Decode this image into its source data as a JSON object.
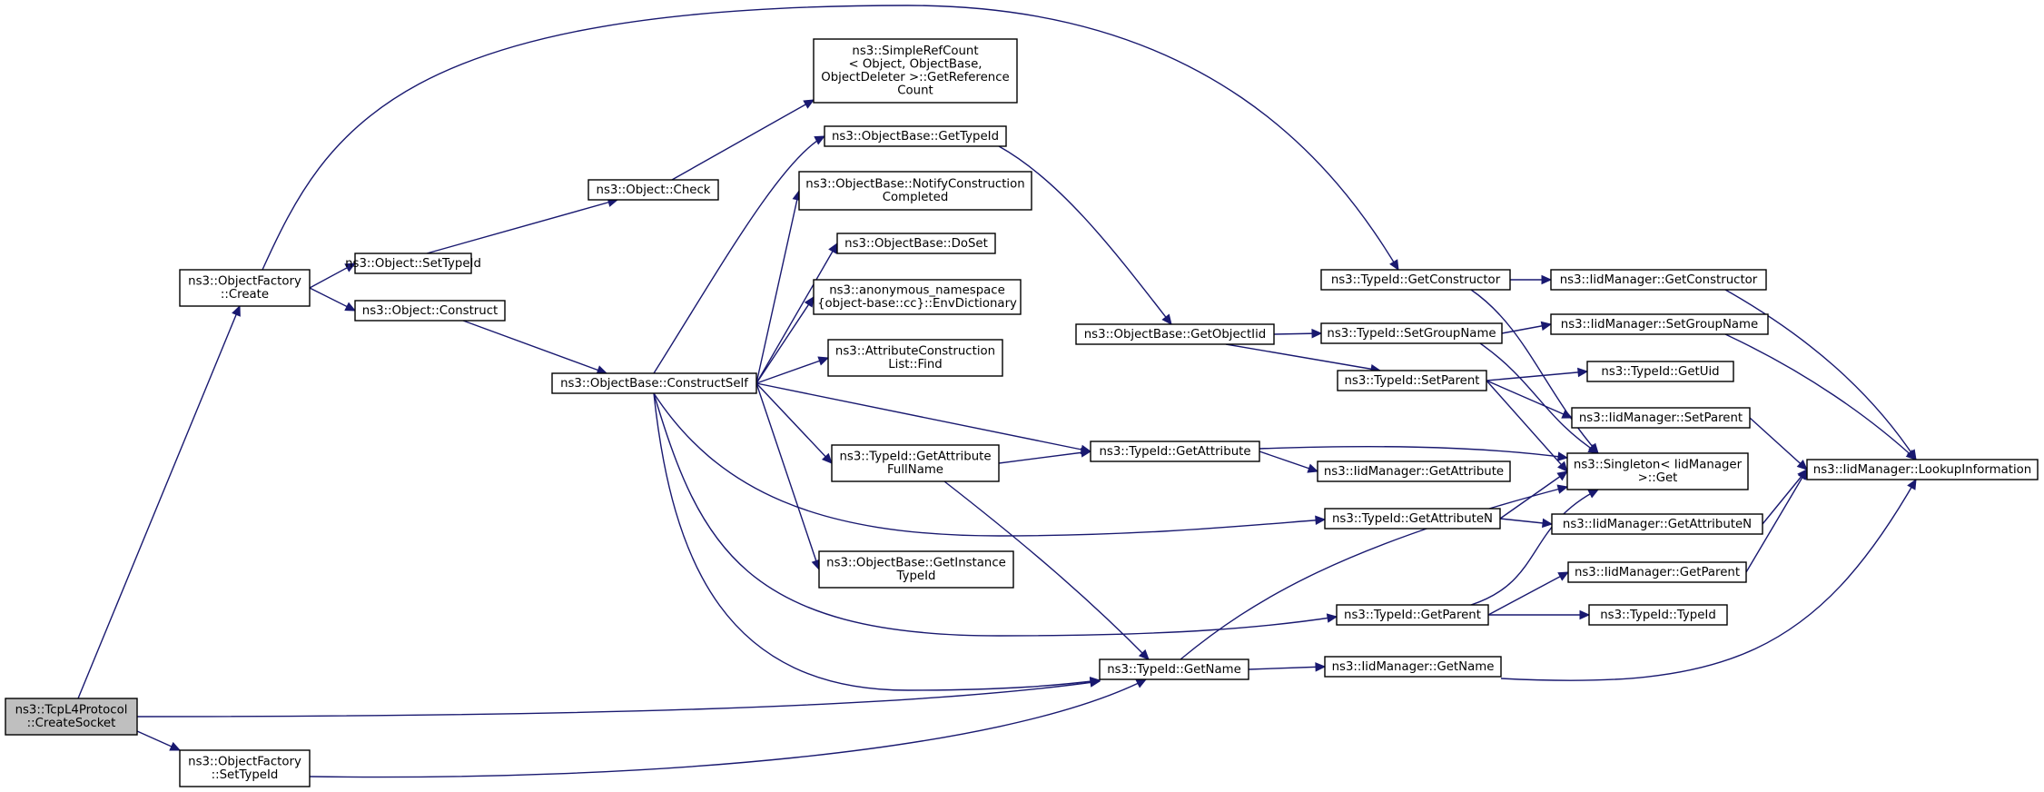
{
  "diagram": {
    "type": "call-graph",
    "edge_color": "#191970",
    "root_fill": "#bfbfbf",
    "nodes": [
      {
        "id": "n_create_socket",
        "lines": [
          "ns3::TcpL4Protocol",
          "::CreateSocket"
        ],
        "root": true
      },
      {
        "id": "n_factory_create",
        "lines": [
          "ns3::ObjectFactory",
          "::Create"
        ]
      },
      {
        "id": "n_factory_settypeid",
        "lines": [
          "ns3::ObjectFactory",
          "::SetTypeId"
        ]
      },
      {
        "id": "n_object_settypeid",
        "lines": [
          "ns3::Object::SetTypeId"
        ]
      },
      {
        "id": "n_object_construct",
        "lines": [
          "ns3::Object::Construct"
        ]
      },
      {
        "id": "n_object_check",
        "lines": [
          "ns3::Object::Check"
        ]
      },
      {
        "id": "n_simplerefcount",
        "lines": [
          "ns3::SimpleRefCount",
          "< Object, ObjectBase,",
          "ObjectDeleter >::GetReference",
          "Count"
        ]
      },
      {
        "id": "n_ob_gettypeid",
        "lines": [
          "ns3::ObjectBase::GetTypeId"
        ]
      },
      {
        "id": "n_ob_notify",
        "lines": [
          "ns3::ObjectBase::NotifyConstruction",
          "Completed"
        ]
      },
      {
        "id": "n_ob_doset",
        "lines": [
          "ns3::ObjectBase::DoSet"
        ]
      },
      {
        "id": "n_envdict",
        "lines": [
          "ns3::anonymous_namespace",
          "{object-base::cc}::EnvDictionary"
        ]
      },
      {
        "id": "n_attrlist_find",
        "lines": [
          "ns3::AttributeConstruction",
          "List::Find"
        ]
      },
      {
        "id": "n_ob_constructself",
        "lines": [
          "ns3::ObjectBase::ConstructSelf"
        ]
      },
      {
        "id": "n_tid_getattrfullname",
        "lines": [
          "ns3::TypeId::GetAttribute",
          "FullName"
        ]
      },
      {
        "id": "n_ob_getinstancetypeid",
        "lines": [
          "ns3::ObjectBase::GetInstance",
          "TypeId"
        ]
      },
      {
        "id": "n_ob_getobjectiid",
        "lines": [
          "ns3::ObjectBase::GetObjectIid"
        ]
      },
      {
        "id": "n_tid_getattribute",
        "lines": [
          "ns3::TypeId::GetAttribute"
        ]
      },
      {
        "id": "n_tid_getname",
        "lines": [
          "ns3::TypeId::GetName"
        ]
      },
      {
        "id": "n_tid_getconstructor",
        "lines": [
          "ns3::TypeId::GetConstructor"
        ]
      },
      {
        "id": "n_tid_setgroupname",
        "lines": [
          "ns3::TypeId::SetGroupName"
        ]
      },
      {
        "id": "n_tid_setparent",
        "lines": [
          "ns3::TypeId::SetParent"
        ]
      },
      {
        "id": "n_iid_getattribute",
        "lines": [
          "ns3::IidManager::GetAttribute"
        ]
      },
      {
        "id": "n_tid_getattributen",
        "lines": [
          "ns3::TypeId::GetAttributeN"
        ]
      },
      {
        "id": "n_tid_getparent",
        "lines": [
          "ns3::TypeId::GetParent"
        ]
      },
      {
        "id": "n_iid_getname",
        "lines": [
          "ns3::IidManager::GetName"
        ]
      },
      {
        "id": "n_iid_getconstructor",
        "lines": [
          "ns3::IidManager::GetConstructor"
        ]
      },
      {
        "id": "n_iid_setgroupname",
        "lines": [
          "ns3::IidManager::SetGroupName"
        ]
      },
      {
        "id": "n_tid_getuid",
        "lines": [
          "ns3::TypeId::GetUid"
        ]
      },
      {
        "id": "n_iid_setparent",
        "lines": [
          "ns3::IidManager::SetParent"
        ]
      },
      {
        "id": "n_singleton_get",
        "lines": [
          "ns3::Singleton< IidManager",
          ">::Get"
        ]
      },
      {
        "id": "n_iid_getattributen",
        "lines": [
          "ns3::IidManager::GetAttributeN"
        ]
      },
      {
        "id": "n_iid_getparent",
        "lines": [
          "ns3::IidManager::GetParent"
        ]
      },
      {
        "id": "n_tid_typeid",
        "lines": [
          "ns3::TypeId::TypeId"
        ]
      },
      {
        "id": "n_iid_lookup",
        "lines": [
          "ns3::IidManager::LookupInformation"
        ]
      }
    ],
    "edges": [
      {
        "from": "n_create_socket",
        "to": "n_factory_create"
      },
      {
        "from": "n_create_socket",
        "to": "n_factory_settypeid"
      },
      {
        "from": "n_create_socket",
        "to": "n_tid_getname"
      },
      {
        "from": "n_factory_create",
        "to": "n_object_settypeid"
      },
      {
        "from": "n_factory_create",
        "to": "n_object_construct"
      },
      {
        "from": "n_factory_create",
        "to": "n_tid_getconstructor"
      },
      {
        "from": "n_factory_settypeid",
        "to": "n_tid_getname"
      },
      {
        "from": "n_object_settypeid",
        "to": "n_object_check"
      },
      {
        "from": "n_object_check",
        "to": "n_simplerefcount"
      },
      {
        "from": "n_object_construct",
        "to": "n_ob_constructself"
      },
      {
        "from": "n_ob_constructself",
        "to": "n_ob_gettypeid"
      },
      {
        "from": "n_ob_constructself",
        "to": "n_ob_notify"
      },
      {
        "from": "n_ob_constructself",
        "to": "n_ob_doset"
      },
      {
        "from": "n_ob_constructself",
        "to": "n_envdict"
      },
      {
        "from": "n_ob_constructself",
        "to": "n_attrlist_find"
      },
      {
        "from": "n_ob_constructself",
        "to": "n_tid_getattribute"
      },
      {
        "from": "n_ob_constructself",
        "to": "n_tid_getattrfullname"
      },
      {
        "from": "n_ob_constructself",
        "to": "n_ob_getinstancetypeid"
      },
      {
        "from": "n_ob_constructself",
        "to": "n_tid_getattributen"
      },
      {
        "from": "n_ob_constructself",
        "to": "n_tid_getparent"
      },
      {
        "from": "n_ob_constructself",
        "to": "n_tid_getname"
      },
      {
        "from": "n_ob_gettypeid",
        "to": "n_ob_getobjectiid"
      },
      {
        "from": "n_ob_getobjectiid",
        "to": "n_tid_setgroupname"
      },
      {
        "from": "n_ob_getobjectiid",
        "to": "n_tid_setparent"
      },
      {
        "from": "n_tid_getattrfullname",
        "to": "n_tid_getattribute"
      },
      {
        "from": "n_tid_getattrfullname",
        "to": "n_tid_getname"
      },
      {
        "from": "n_tid_getattribute",
        "to": "n_iid_getattribute"
      },
      {
        "from": "n_tid_getattribute",
        "to": "n_singleton_get"
      },
      {
        "from": "n_tid_getname",
        "to": "n_iid_getname"
      },
      {
        "from": "n_tid_getname",
        "to": "n_singleton_get"
      },
      {
        "from": "n_tid_getconstructor",
        "to": "n_iid_getconstructor"
      },
      {
        "from": "n_tid_getconstructor",
        "to": "n_singleton_get"
      },
      {
        "from": "n_tid_setgroupname",
        "to": "n_iid_setgroupname"
      },
      {
        "from": "n_tid_setgroupname",
        "to": "n_singleton_get"
      },
      {
        "from": "n_tid_setparent",
        "to": "n_tid_getuid"
      },
      {
        "from": "n_tid_setparent",
        "to": "n_iid_setparent"
      },
      {
        "from": "n_tid_setparent",
        "to": "n_singleton_get"
      },
      {
        "from": "n_tid_getattributen",
        "to": "n_iid_getattributen"
      },
      {
        "from": "n_tid_getattributen",
        "to": "n_singleton_get"
      },
      {
        "from": "n_tid_getparent",
        "to": "n_iid_getparent"
      },
      {
        "from": "n_tid_getparent",
        "to": "n_tid_typeid"
      },
      {
        "from": "n_tid_getparent",
        "to": "n_singleton_get"
      },
      {
        "from": "n_iid_getconstructor",
        "to": "n_iid_lookup"
      },
      {
        "from": "n_iid_setgroupname",
        "to": "n_iid_lookup"
      },
      {
        "from": "n_iid_setparent",
        "to": "n_iid_lookup"
      },
      {
        "from": "n_iid_getattributen",
        "to": "n_iid_lookup"
      },
      {
        "from": "n_iid_getparent",
        "to": "n_iid_lookup"
      },
      {
        "from": "n_iid_getname",
        "to": "n_iid_lookup"
      }
    ]
  }
}
